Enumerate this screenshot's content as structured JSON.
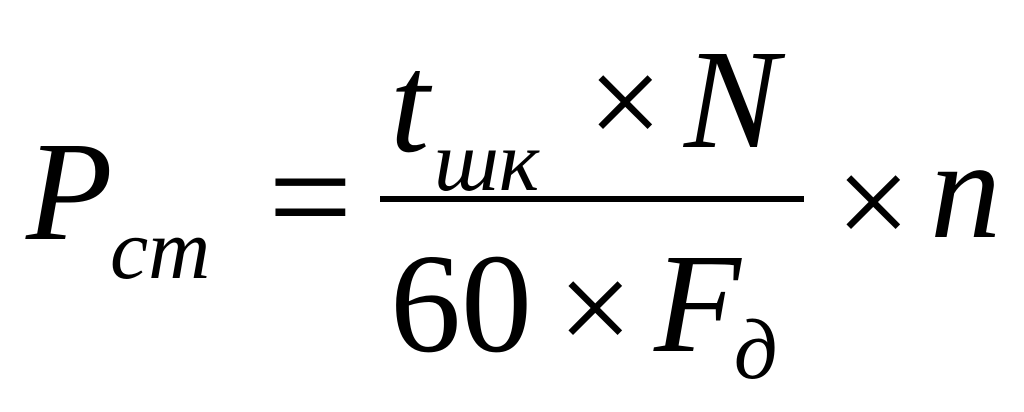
{
  "formula": {
    "lhs": {
      "symbol": "P",
      "subscript": "ст"
    },
    "equals": "=",
    "numerator": {
      "var": "t",
      "var_subscript": "шк",
      "times": "×",
      "factor": "N"
    },
    "denominator": {
      "constant": "60",
      "times": "×",
      "var": "F",
      "var_subscript": "д"
    },
    "multiplier": {
      "times": "×",
      "var": "n"
    }
  }
}
